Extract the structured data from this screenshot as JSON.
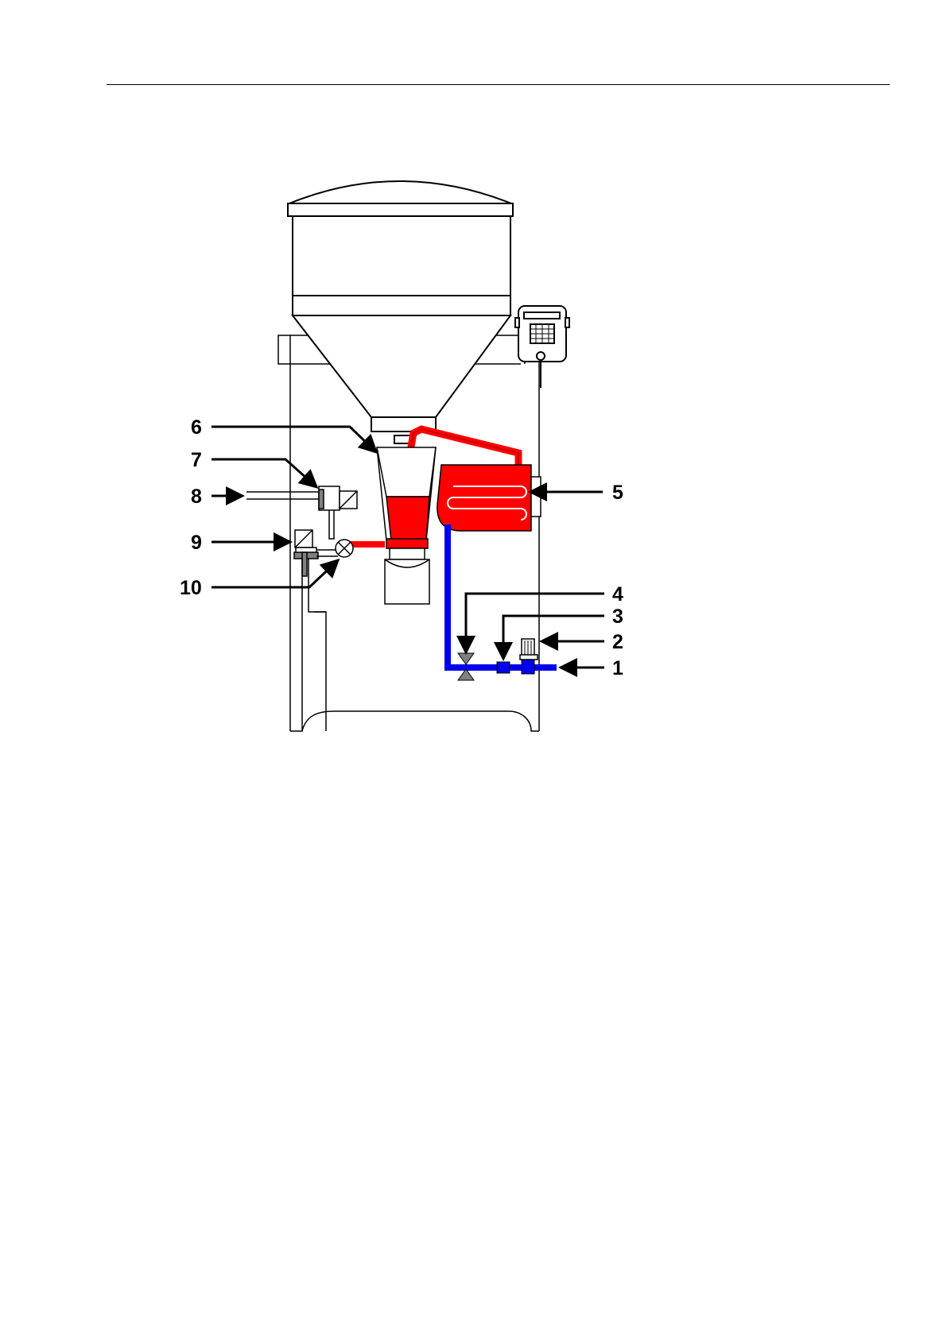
{
  "figure": {
    "labels": [
      "1",
      "2",
      "3",
      "4",
      "5",
      "6",
      "7",
      "8",
      "9",
      "10"
    ]
  },
  "colors": {
    "hot_water": "#ff0000",
    "cold_water": "#0000ee",
    "outline": "#000000",
    "valve_grey": "#808080"
  },
  "icons": [
    "tank-icon",
    "heater-icon",
    "mixing-bowl-icon",
    "control-unit-icon",
    "solenoid-valve-icon",
    "filter-icon"
  ]
}
